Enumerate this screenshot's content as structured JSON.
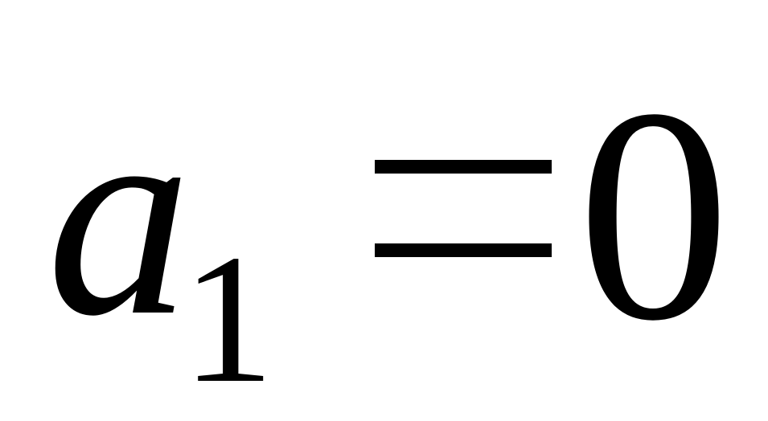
{
  "equation": {
    "variable": "a",
    "subscript": "1",
    "operator": "=",
    "value": "0"
  }
}
